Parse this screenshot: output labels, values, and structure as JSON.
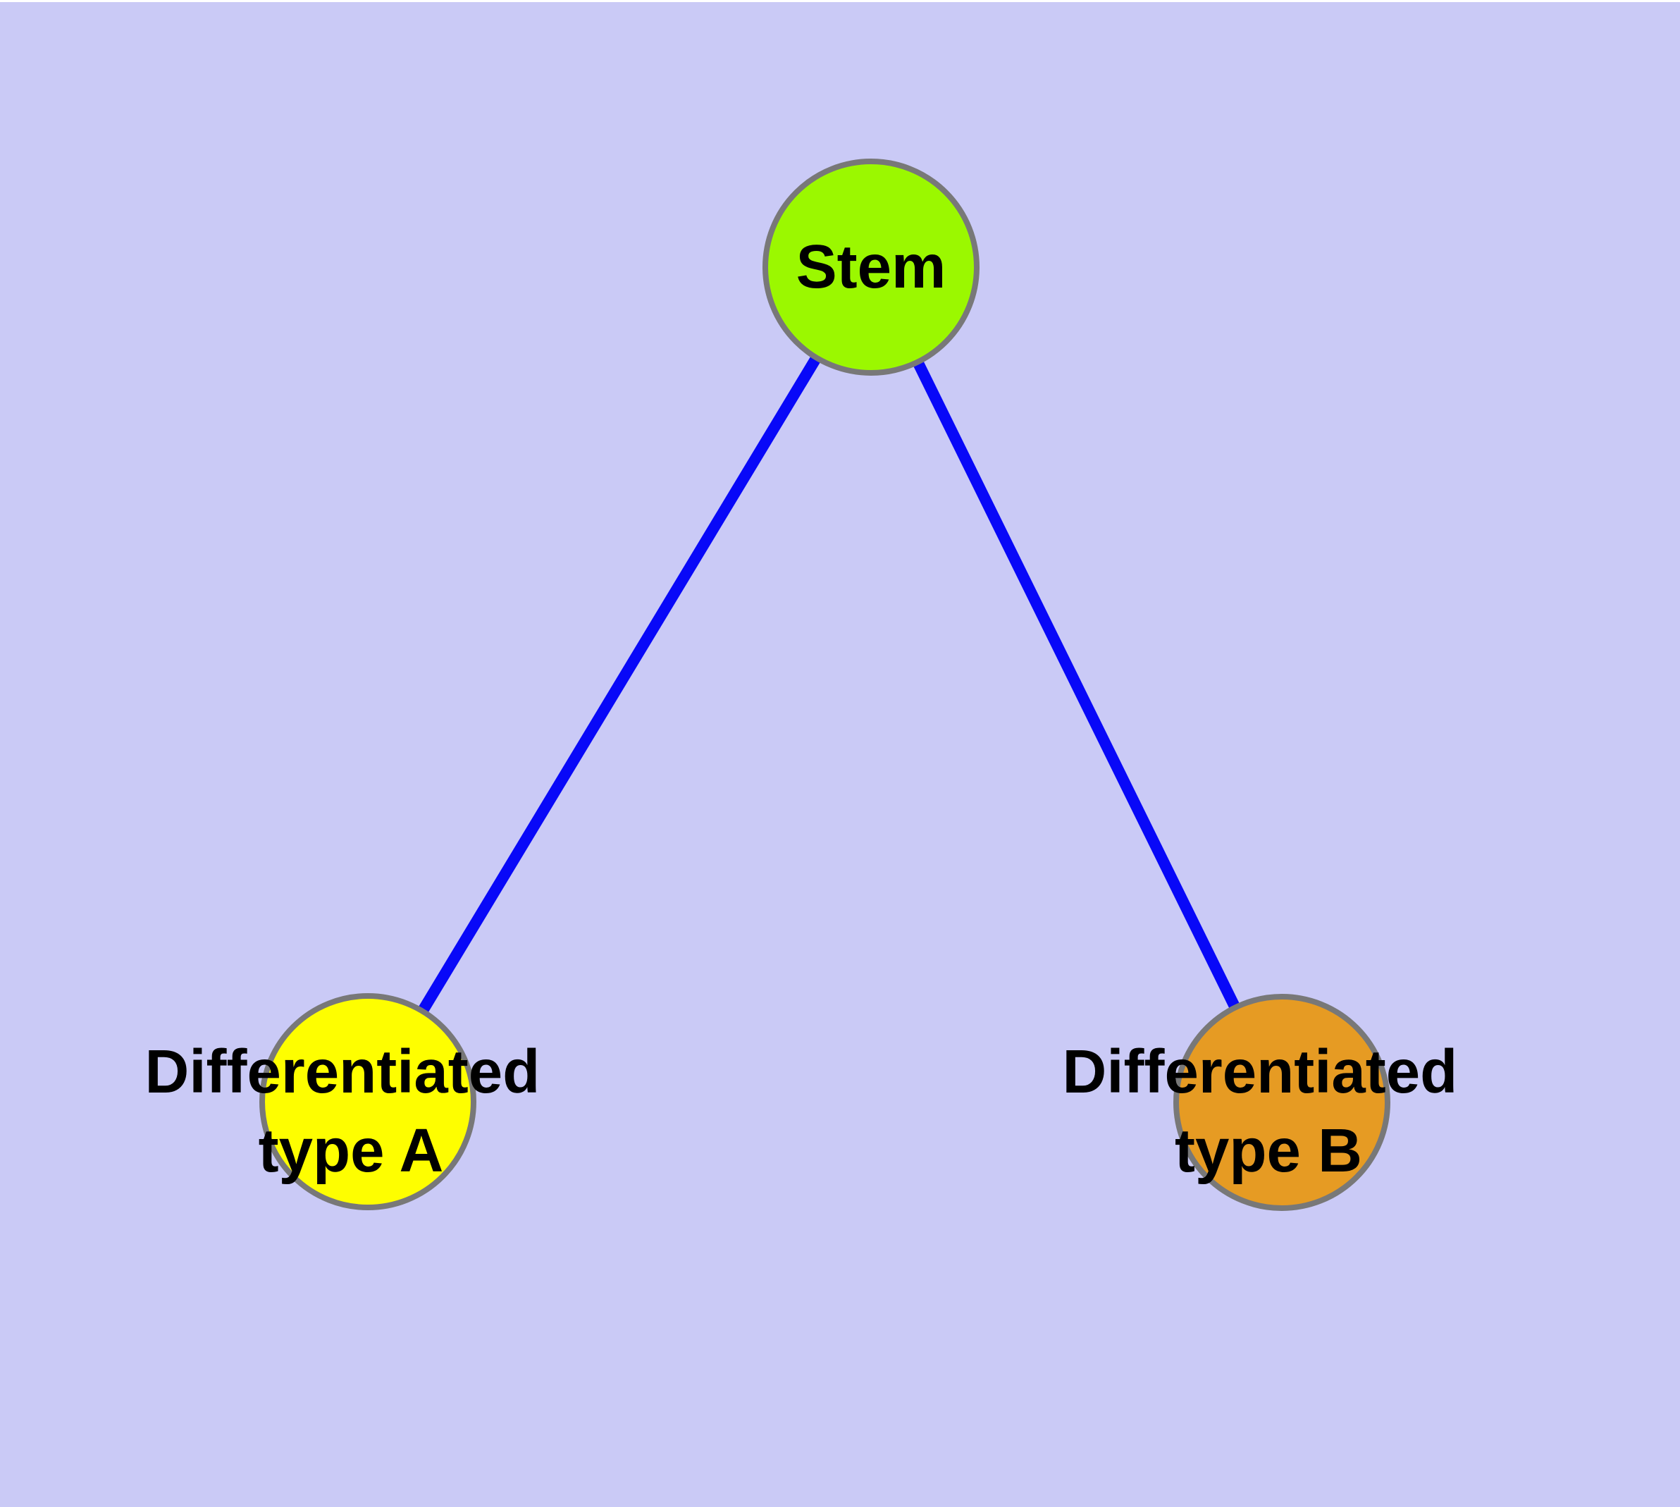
{
  "diagram": {
    "background_color": "#CACAF6",
    "top_margin_color": "#FFFFFF",
    "edge_color": "#0808F8",
    "node_border_color": "#787878",
    "label_color": "#000000",
    "nodes": [
      {
        "id": "stem",
        "label": "Stem",
        "fill": "#9BF800"
      },
      {
        "id": "differentiated-type-a",
        "label_line1": "Differentiated",
        "label_line2": "type A",
        "fill": "#FEFE00"
      },
      {
        "id": "differentiated-type-b",
        "label_line1": "Differentiated",
        "label_line2": "type B",
        "fill": "#E69B23"
      }
    ],
    "edges": [
      {
        "from": "Stem",
        "to": "Differentiated type A"
      },
      {
        "from": "Stem",
        "to": "Differentiated type B"
      }
    ]
  }
}
